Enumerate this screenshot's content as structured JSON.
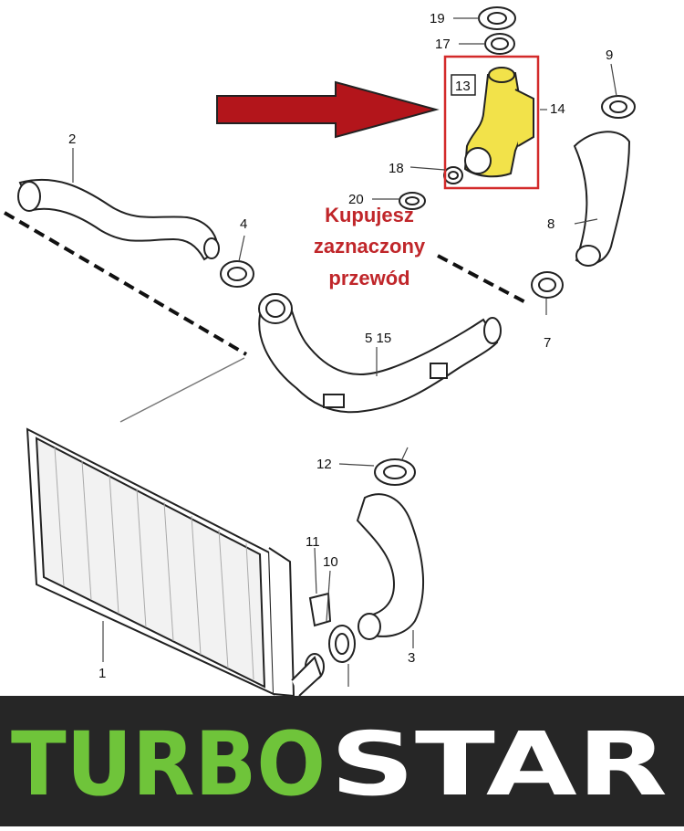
{
  "labels": {
    "n1": "1",
    "n2": "2",
    "n3": "3",
    "n4": "4",
    "n5_15": "5 15",
    "n7": "7",
    "n8": "8",
    "n9": "9",
    "n10": "10",
    "n11": "11",
    "n12": "12",
    "n13": "13",
    "n14": "14",
    "n17": "17",
    "n18": "18",
    "n19": "19",
    "n20": "20"
  },
  "note": {
    "line1": "Kupujesz",
    "line2": "zaznaczony",
    "line3": "przewód"
  },
  "brand": {
    "part1": "TURBO",
    "part2": "STAR",
    "color_part1": "#6fc43a",
    "color_part2": "#ffffff"
  },
  "colors": {
    "highlight_box": "#d32a2a",
    "arrow": "#b3151b",
    "highlight_part": "#f2e24a",
    "banner": "#262626"
  }
}
